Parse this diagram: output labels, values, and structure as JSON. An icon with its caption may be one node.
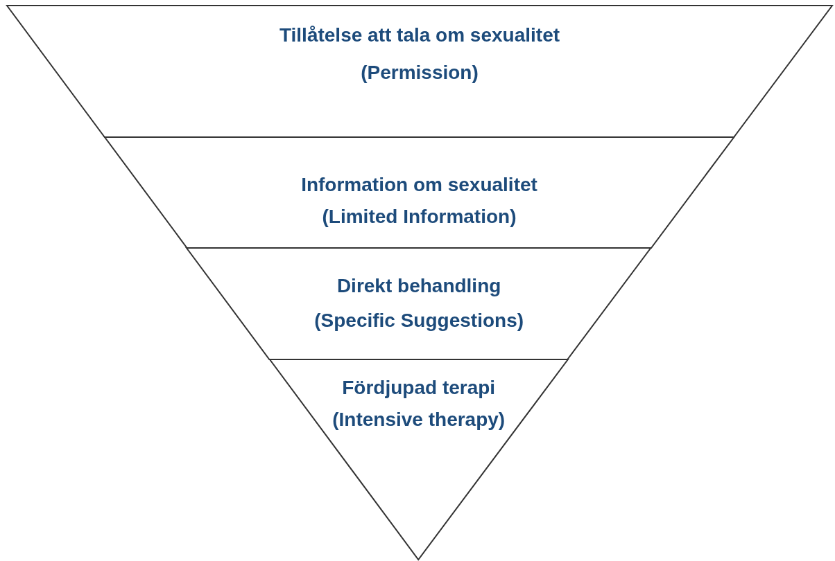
{
  "diagram": {
    "nodes": [
      {
        "text": [
          "Tillåtelse att tala om sexualitet",
          "(Permission)"
        ]
      },
      {
        "text": [
          "Information om sexualitet",
          "(Limited Information)"
        ]
      },
      {
        "text": [
          "Direkt behandling",
          "(Specific Suggestions)"
        ]
      },
      {
        "text": [
          "Fördjupad terapi",
          "(Intensive therapy)"
        ]
      }
    ]
  }
}
